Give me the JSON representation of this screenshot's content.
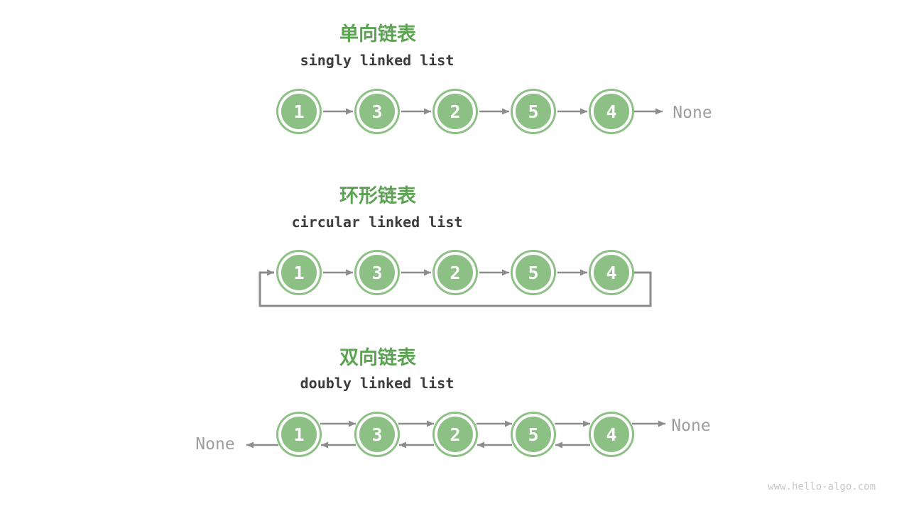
{
  "colors": {
    "title_green": "#5CA353",
    "node_fill": "#8CC084",
    "arrow_gray": "#8C8C8C",
    "none_gray": "#9E9E9E",
    "subtitle_dark": "#3C3C3C",
    "watermark_gray": "#C8C8C8",
    "page_bg": "#FFFFFF"
  },
  "watermark": "www.hello-algo.com",
  "lists": [
    {
      "id": "singly",
      "title_zh": "单向链表",
      "title_en": "singly linked list",
      "nodes": [
        "1",
        "3",
        "2",
        "5",
        "4"
      ],
      "tail_label": "None"
    },
    {
      "id": "circular",
      "title_zh": "环形链表",
      "title_en": "circular linked list",
      "nodes": [
        "1",
        "3",
        "2",
        "5",
        "4"
      ]
    },
    {
      "id": "doubly",
      "title_zh": "双向链表",
      "title_en": "doubly linked list",
      "nodes": [
        "1",
        "3",
        "2",
        "5",
        "4"
      ],
      "head_prev_label": "None",
      "tail_next_label": "None"
    }
  ]
}
